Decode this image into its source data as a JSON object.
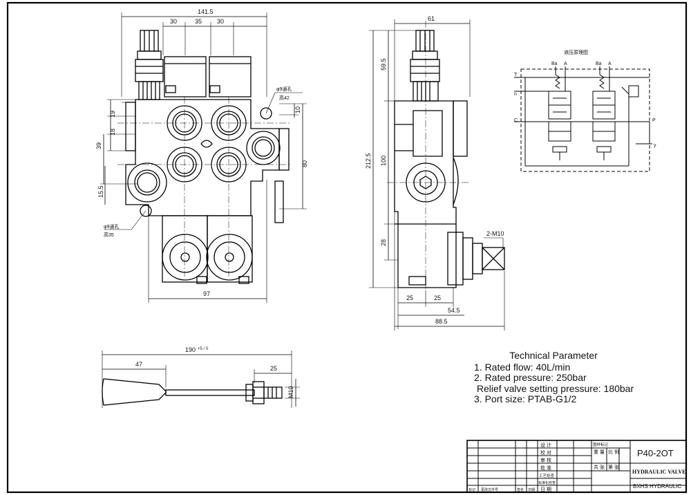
{
  "drawing": {
    "front_view": {
      "dim_total_width": "141.5",
      "dim_seg_a": "30",
      "dim_seg_b": "35",
      "dim_seg_c": "30",
      "dim_bottom_width": "97",
      "dim_left_19": "19",
      "dim_left_18": "18",
      "dim_left_39": "39",
      "dim_left_15_5": "15.5",
      "dim_right_10": "10",
      "dim_right_80": "80",
      "hole_note_top_1": "φ9通孔",
      "hole_note_top_2": "高42",
      "hole_note_bottom_1": "φ9通孔",
      "hole_note_bottom_2": "高35"
    },
    "side_view": {
      "dim_top_61": "61",
      "dim_59_5": "59.5",
      "dim_212_5": "212.5",
      "dim_100": "100",
      "dim_28": "28",
      "dim_2_m10": "2-M10",
      "dim_25_a": "25",
      "dim_25_b": "25",
      "dim_54_5": "54.5",
      "dim_88_5": "88.5"
    },
    "schematic": {
      "title": "液压原理图",
      "label_T": "T",
      "label_n": "n",
      "label_C": "C",
      "label_P": "P",
      "label_y": "y",
      "label_b1": "Ba",
      "label_a1": "A",
      "label_b2": "Ba",
      "label_a2": "A"
    },
    "handle": {
      "dim_190": "190",
      "dim_190_tol": "+5 / 0",
      "dim_47": "47",
      "dim_25": "25",
      "dim_m10": "M10"
    }
  },
  "technical_parameter": {
    "title": "Technical Parameter",
    "lines": [
      "1. Rated flow: 40L/min",
      "2. Rated pressure: 250bar",
      " Relief valve setting pressure: 180bar",
      "3. Port size: PTAB-G1/2"
    ]
  },
  "title_block": {
    "model": "P40-2OT",
    "product": "HYDRAULIC VALVE",
    "company": "BXHS HYDRAULIC",
    "cell_labels": [
      "设 计",
      "校 对",
      "审 核",
      "批 准",
      "工艺检查",
      "标准化检查",
      "日 期"
    ],
    "right_labels": [
      "图样标记",
      "重 量",
      "比 例",
      "共 张",
      "第 张"
    ],
    "bottom_labels": [
      "标记",
      "更改文件号",
      "签名",
      "日期"
    ]
  }
}
